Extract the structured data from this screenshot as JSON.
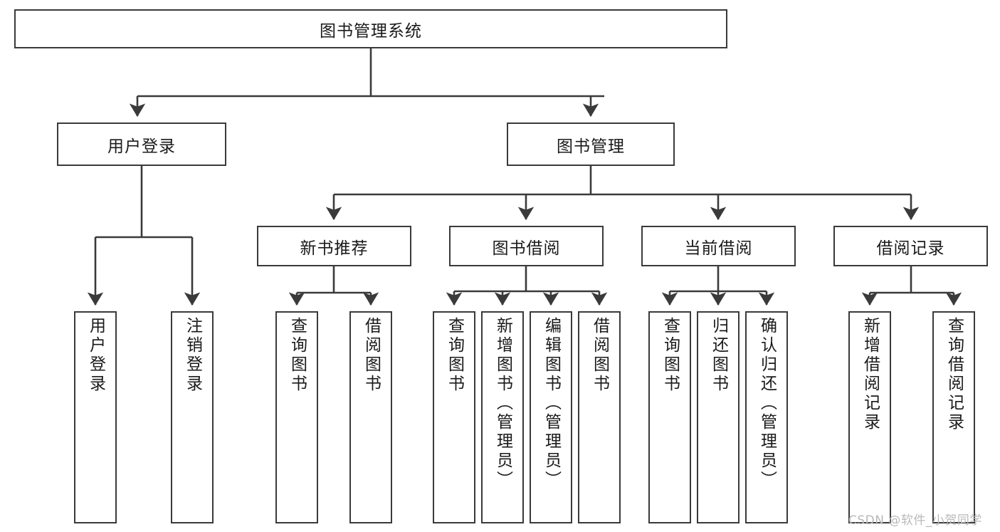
{
  "diagram": {
    "type": "hierarchy-tree",
    "title": "图书管理系统",
    "colors": {
      "box_border": "#3a3a3a",
      "box_fill": "#ffffff",
      "line": "#3a3a3a",
      "text": "#1a1a1a",
      "watermark": "#b9b9b9",
      "background": "#ffffff"
    },
    "root": {
      "label": "图书管理系统"
    },
    "level2": [
      {
        "label": "用户登录"
      },
      {
        "label": "图书管理"
      }
    ],
    "level3": [
      {
        "label": "新书推荐"
      },
      {
        "label": "图书借阅"
      },
      {
        "label": "当前借阅"
      },
      {
        "label": "借阅记录"
      }
    ],
    "leaves": {
      "user_login": [
        {
          "label": "用户登录"
        },
        {
          "label": "注销登录"
        }
      ],
      "new_book": [
        {
          "label": "查询图书"
        },
        {
          "label": "借阅图书"
        }
      ],
      "book_borrow": [
        {
          "label": "查询图书"
        },
        {
          "label": "新增图书（管理员）"
        },
        {
          "label": "编辑图书（管理员）"
        },
        {
          "label": "借阅图书"
        }
      ],
      "current_borrow": [
        {
          "label": "查询图书"
        },
        {
          "label": "归还图书"
        },
        {
          "label": "确认归还（管理员）"
        }
      ],
      "borrow_record": [
        {
          "label": "新增借阅记录"
        },
        {
          "label": "查询借阅记录"
        }
      ]
    }
  },
  "watermark": {
    "text": "CSDN @软件_小贺同学"
  }
}
